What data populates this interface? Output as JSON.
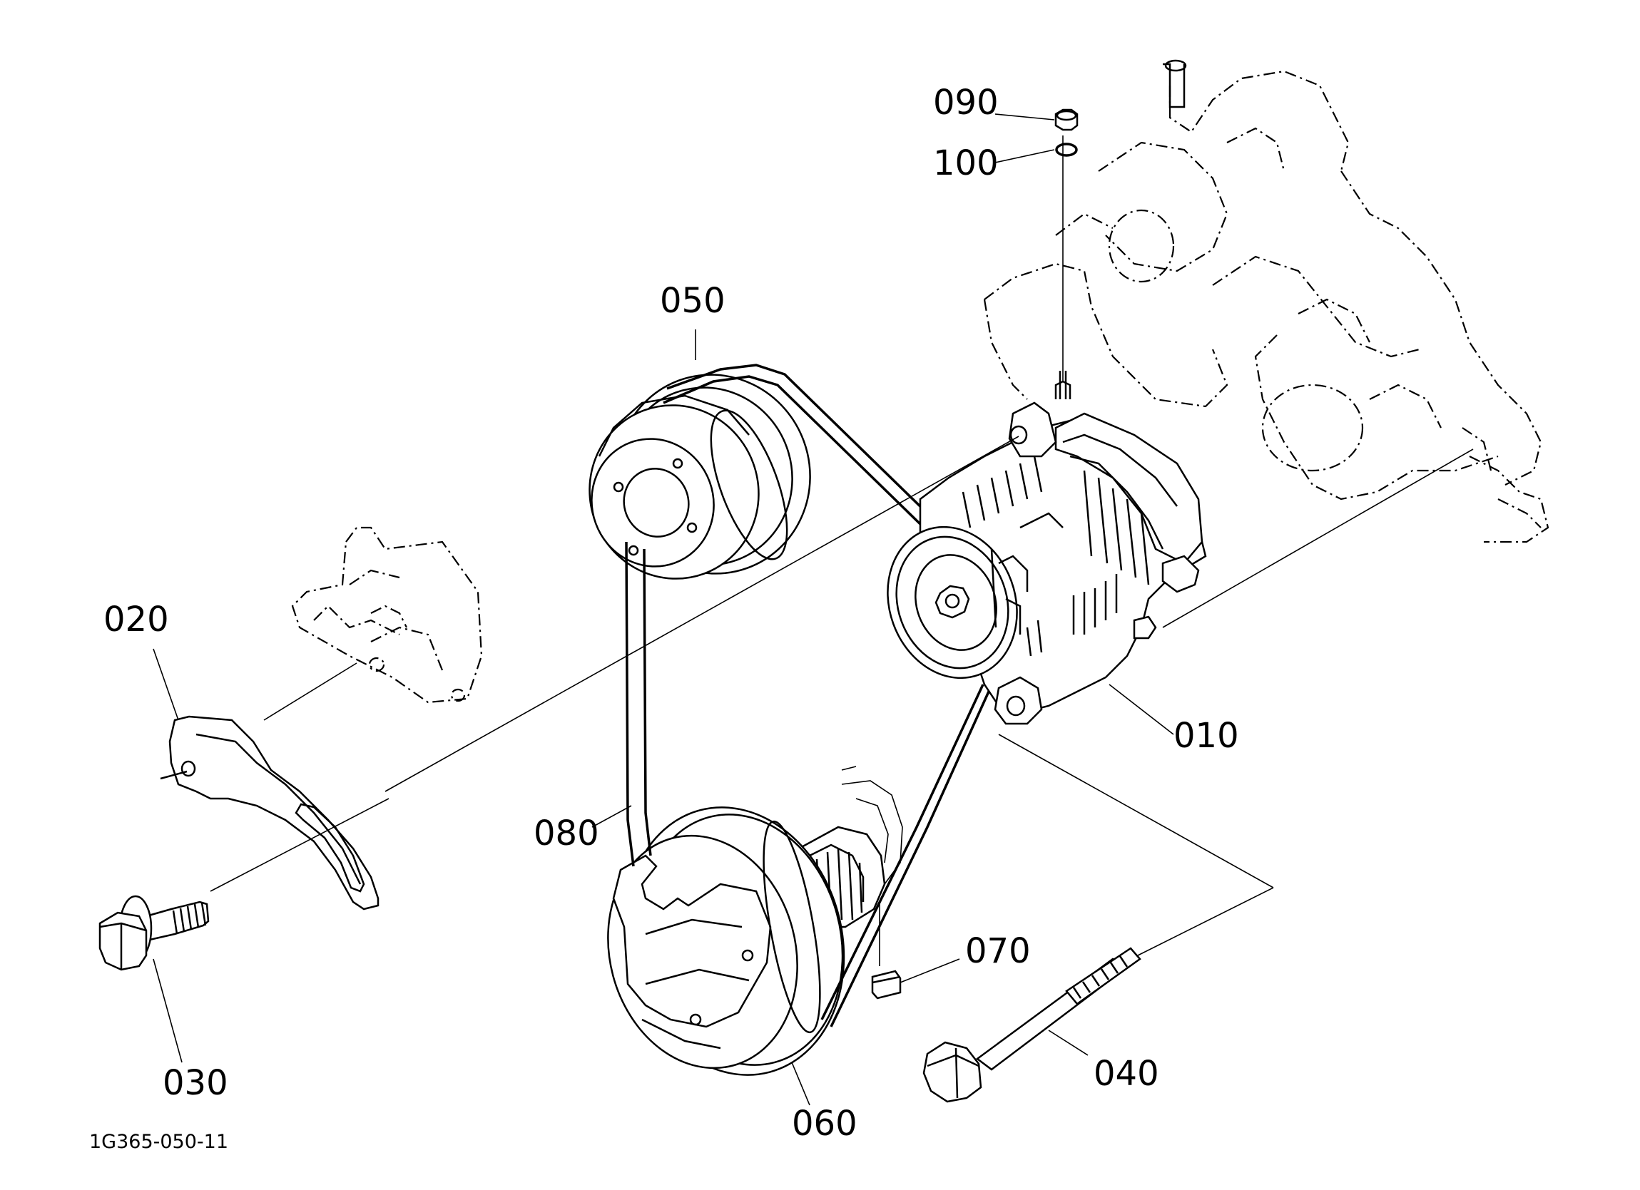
{
  "drawing_id": "1G365-050-11",
  "callouts": {
    "c010": "010",
    "c020": "020",
    "c030": "030",
    "c040": "040",
    "c050": "050",
    "c060": "060",
    "c070": "070",
    "c080": "080",
    "c090": "090",
    "c100": "100"
  }
}
